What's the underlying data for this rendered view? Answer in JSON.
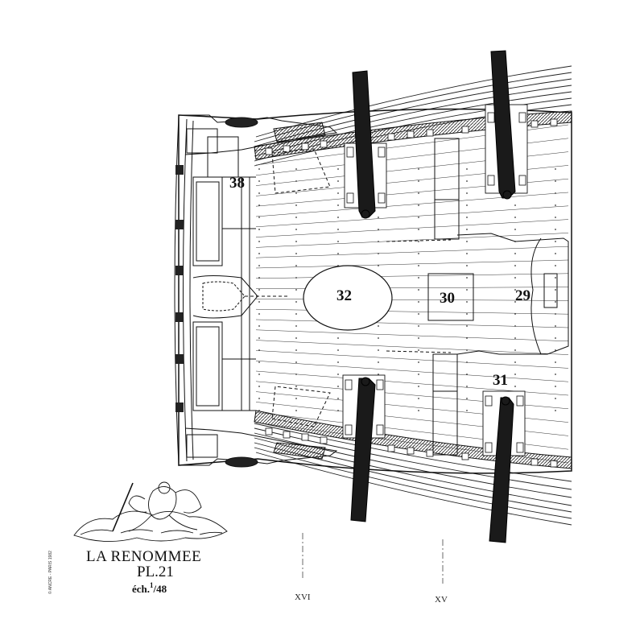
{
  "drawing": {
    "title": "LA RENOMMEE",
    "plate": "PL.21",
    "scale_prefix": "éch.",
    "scale_num": "1",
    "scale_den": "48",
    "imprint": "© ANCRE - PARIS 1982"
  },
  "labels": {
    "n38": "38",
    "n32": "32",
    "n30": "30",
    "n29": "29",
    "n31": "31"
  },
  "stations": {
    "s16": "XVI",
    "s15": "XV"
  },
  "colors": {
    "ink": "#111111",
    "cannon": "#1a1a1a",
    "paper": "#ffffff"
  }
}
